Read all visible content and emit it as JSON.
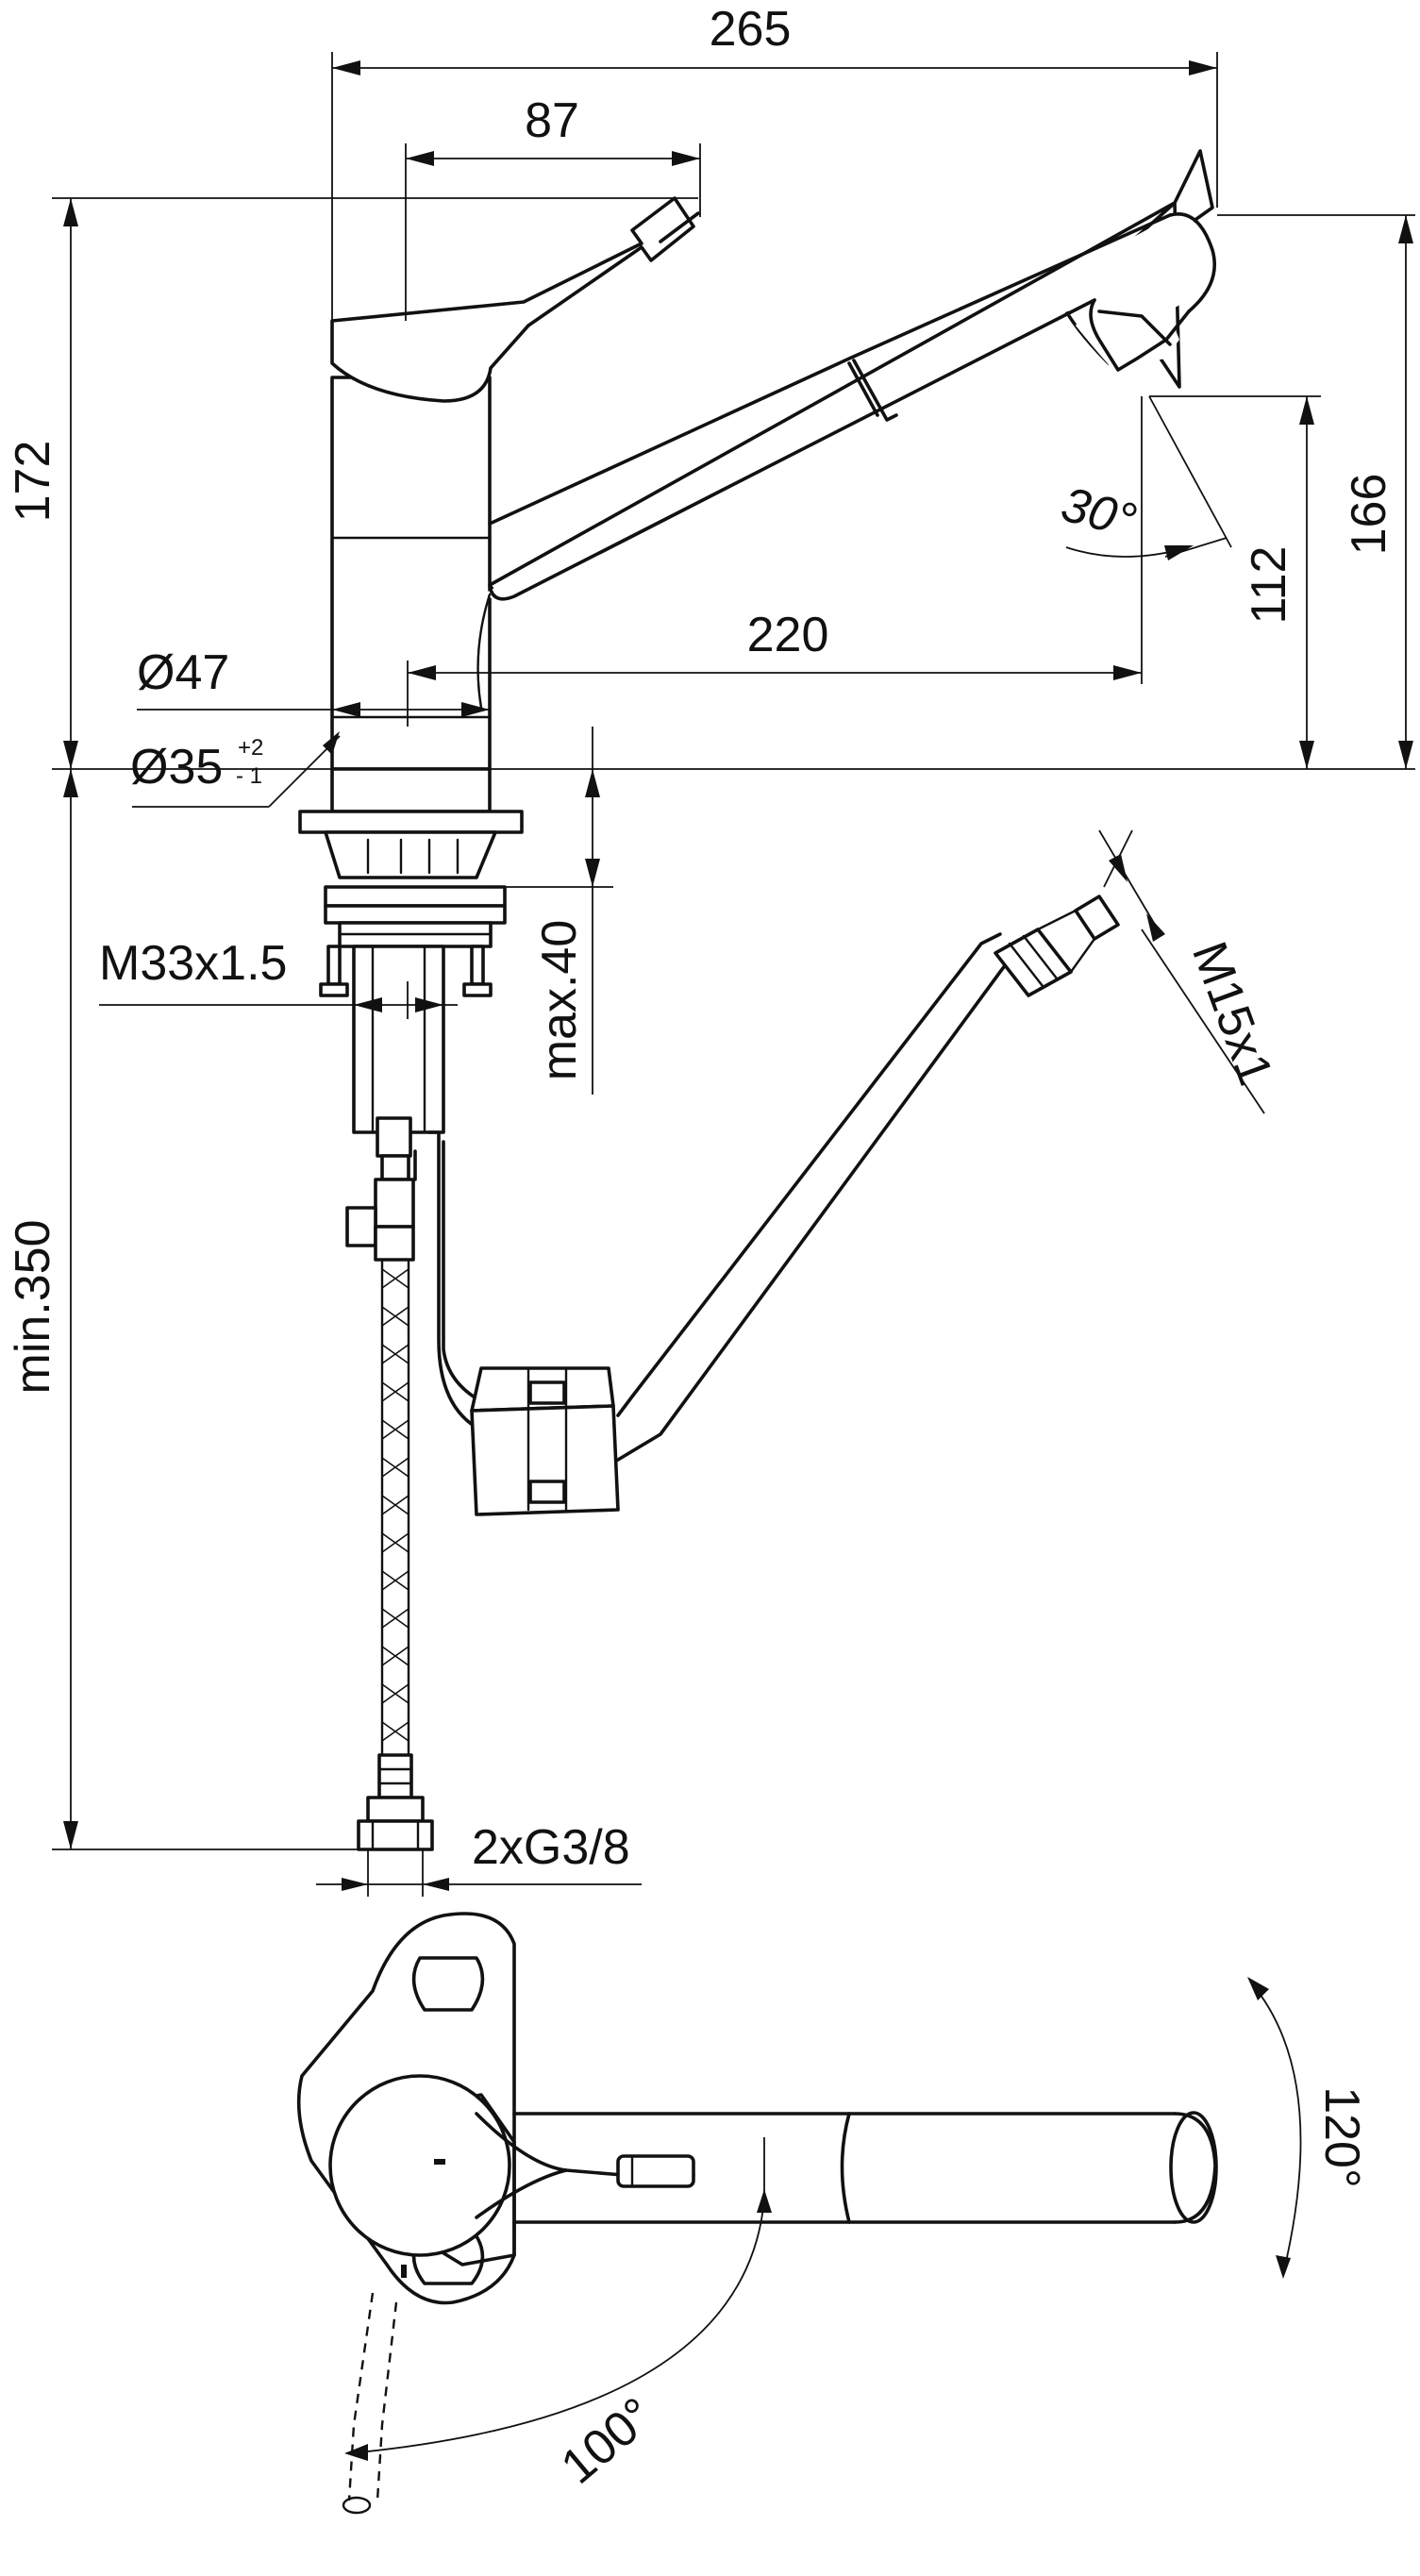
{
  "dimensions": {
    "total_width": "265",
    "handle_width": "87",
    "total_height": "172",
    "spout_height": "166",
    "outlet_height": "112",
    "spray_angle": "30°",
    "spout_reach": "220",
    "body_diameter": "Ø47",
    "hole_diameter": "Ø35",
    "hole_tol_plus": "+2",
    "hole_tol_minus": "- 1",
    "thread_mount": "M33x1.5",
    "max_thickness": "max.40",
    "hose_length": "min.350",
    "hose_thread": "M15x1",
    "supply_connection": "2xG3/8",
    "swivel_angle": "120°",
    "handle_rotation": "100°"
  }
}
